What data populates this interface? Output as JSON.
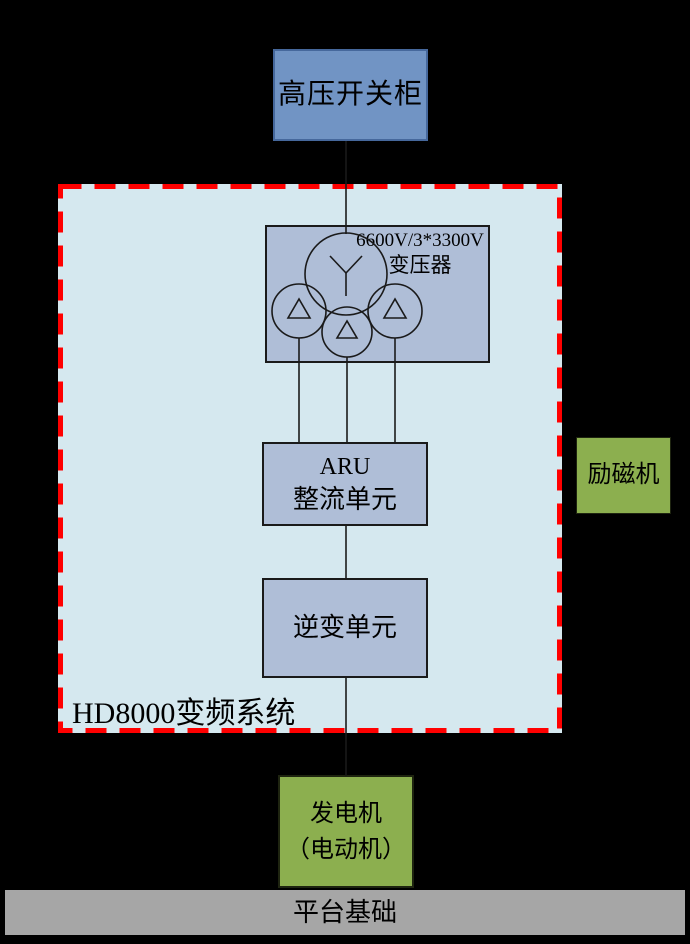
{
  "diagram": {
    "title": "HD8000变频系统",
    "nodes": {
      "hv_switchgear": {
        "label": "高压开关柜"
      },
      "transformer": {
        "rating": "6600V/3*3300V",
        "label": "变压器"
      },
      "rectifier": {
        "name": "ARU",
        "label": "整流单元"
      },
      "inverter": {
        "label": "逆变单元"
      },
      "exciter": {
        "label": "励磁机"
      },
      "generator": {
        "label_line1": "发电机",
        "label_line2": "（电动机）"
      },
      "platform": {
        "label": "平台基础"
      }
    },
    "colors": {
      "background": "#000000",
      "switchgear_fill": "#7194C4",
      "switchgear_border": "#46689C",
      "system_fill": "#D5E8EF",
      "system_border": "#FF0000",
      "component_fill": "#AFBED7",
      "component_border": "#1A1A1A",
      "machine_fill": "#8CAF4F",
      "machine_border": "#1E2410",
      "platform_fill": "#A6A6A6",
      "platform_border": "#000000",
      "connector": "#1A1A1A",
      "text": "#000000"
    }
  }
}
